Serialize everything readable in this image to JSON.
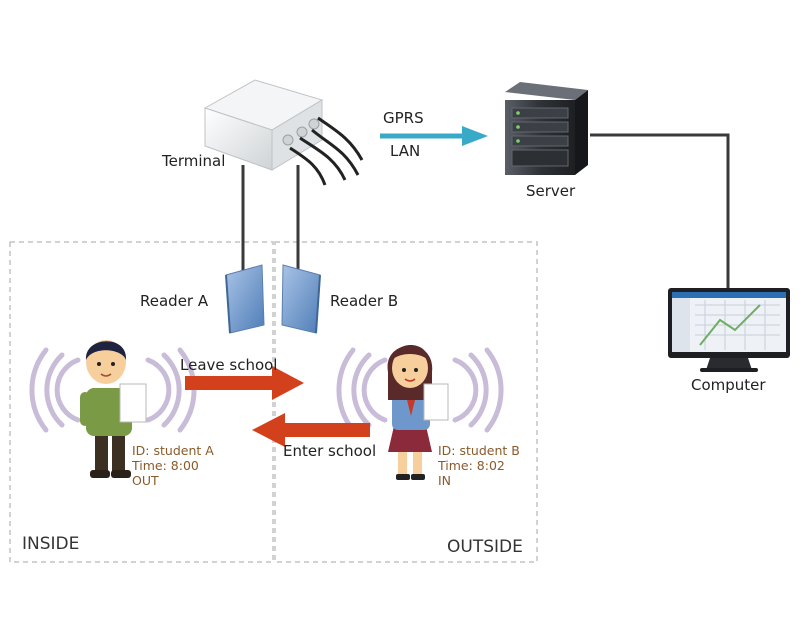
{
  "nodes": {
    "terminal": "Terminal",
    "server": "Server",
    "computer": "Computer",
    "reader_a": "Reader A",
    "reader_b": "Reader B"
  },
  "links": {
    "gprs": "GPRS",
    "lan": "LAN"
  },
  "actions": {
    "leave": "Leave school",
    "enter": "Enter school"
  },
  "zones": {
    "inside": "INSIDE",
    "outside": "OUTSIDE"
  },
  "students": {
    "a": {
      "id": "ID: student A",
      "time": "Time: 8:00",
      "status": "OUT"
    },
    "b": {
      "id": "ID: student B",
      "time": "Time: 8:02",
      "status": "IN"
    }
  },
  "colors": {
    "arrow": "#d3401c",
    "network_arrow": "#38a9c6",
    "signal_waves": "#c9bcd9",
    "reader": "#6d95c8",
    "info_text": "#8a5a2b"
  }
}
